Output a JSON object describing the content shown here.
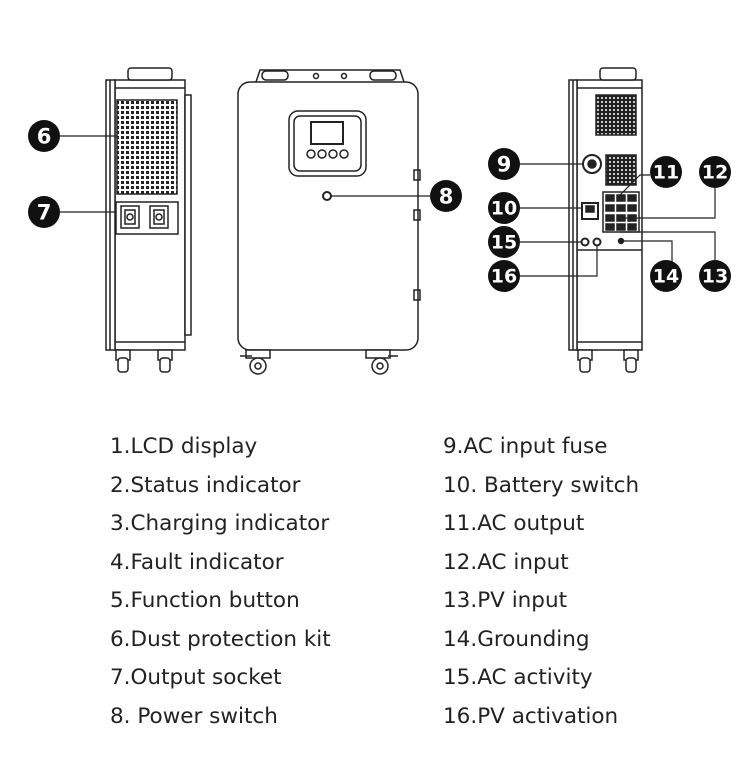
{
  "callouts": {
    "c6": "6",
    "c7": "7",
    "c8": "8",
    "c9": "9",
    "c10": "10",
    "c11": "11",
    "c12": "12",
    "c13": "13",
    "c14": "14",
    "c15": "15",
    "c16": "16"
  },
  "legend": {
    "left": [
      "1.LCD display",
      "2.Status indicator",
      "3.Charging indicator",
      "4.Fault indicator",
      "5.Function button",
      "6.Dust protection kit",
      "7.Output socket",
      "8. Power switch"
    ],
    "right": [
      "9.AC input fuse",
      "10. Battery switch",
      "11.AC output",
      "12.AC input",
      "13.PV input",
      "14.Grounding",
      "15.AC activity",
      "16.PV activation"
    ]
  },
  "colors": {
    "line": "#222222",
    "callout_fill": "#111111",
    "text": "#222222"
  }
}
